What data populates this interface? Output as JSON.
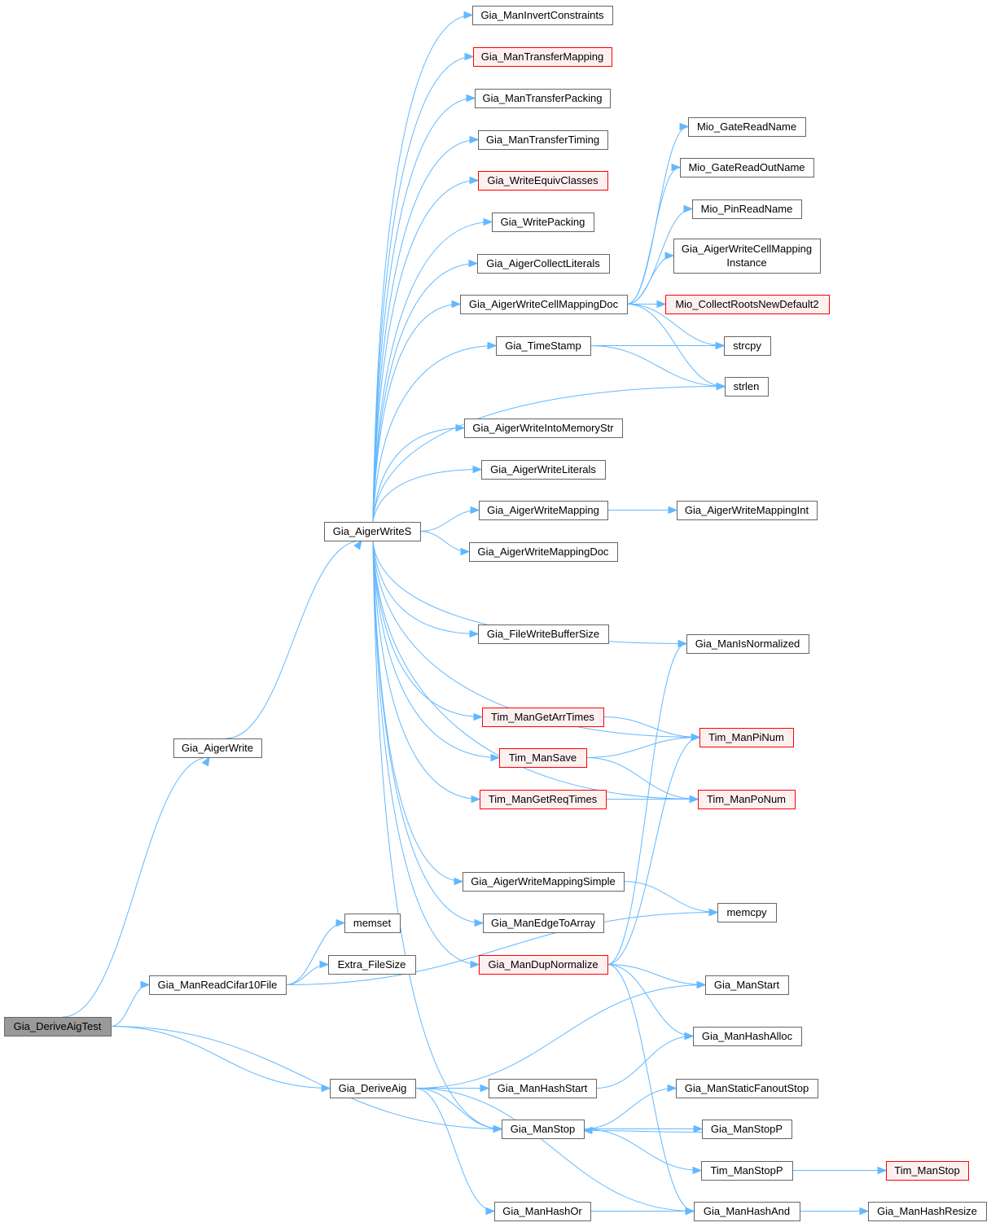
{
  "colors": {
    "edge": "#63b8ff",
    "border": "#666666",
    "external_border": "#ff0000",
    "external_fill": "#fff0f0",
    "root_fill": "#999999"
  },
  "nodes": [
    {
      "id": "Gia_DeriveAigTest",
      "label": "Gia_DeriveAigTest",
      "kind": "root"
    },
    {
      "id": "Gia_AigerWrite",
      "label": "Gia_AigerWrite",
      "kind": "normal"
    },
    {
      "id": "Gia_ManReadCifar10File",
      "label": "Gia_ManReadCifar10File",
      "kind": "normal"
    },
    {
      "id": "Gia_DeriveAig",
      "label": "Gia_DeriveAig",
      "kind": "normal"
    },
    {
      "id": "Gia_ManStop",
      "label": "Gia_ManStop",
      "kind": "normal"
    },
    {
      "id": "Gia_AigerWriteS",
      "label": "Gia_AigerWriteS",
      "kind": "normal"
    },
    {
      "id": "memset",
      "label": "memset",
      "kind": "normal"
    },
    {
      "id": "Extra_FileSize",
      "label": "Extra_FileSize",
      "kind": "normal"
    },
    {
      "id": "Gia_ManInvertConstraints",
      "label": "Gia_ManInvertConstraints",
      "kind": "normal"
    },
    {
      "id": "Gia_ManTransferMapping",
      "label": "Gia_ManTransferMapping",
      "kind": "external"
    },
    {
      "id": "Gia_ManTransferPacking",
      "label": "Gia_ManTransferPacking",
      "kind": "normal"
    },
    {
      "id": "Gia_ManTransferTiming",
      "label": "Gia_ManTransferTiming",
      "kind": "normal"
    },
    {
      "id": "Gia_WriteEquivClasses",
      "label": "Gia_WriteEquivClasses",
      "kind": "external"
    },
    {
      "id": "Gia_WritePacking",
      "label": "Gia_WritePacking",
      "kind": "normal"
    },
    {
      "id": "Gia_AigerCollectLiterals",
      "label": "Gia_AigerCollectLiterals",
      "kind": "normal"
    },
    {
      "id": "Gia_AigerWriteCellMappingDoc",
      "label": "Gia_AigerWriteCellMappingDoc",
      "kind": "normal"
    },
    {
      "id": "Gia_TimeStamp",
      "label": "Gia_TimeStamp",
      "kind": "normal"
    },
    {
      "id": "Gia_AigerWriteIntoMemoryStr",
      "label": "Gia_AigerWriteIntoMemoryStr",
      "kind": "normal"
    },
    {
      "id": "Gia_AigerWriteLiterals",
      "label": "Gia_AigerWriteLiterals",
      "kind": "normal"
    },
    {
      "id": "Gia_AigerWriteMapping",
      "label": "Gia_AigerWriteMapping",
      "kind": "normal"
    },
    {
      "id": "Gia_AigerWriteMappingDoc",
      "label": "Gia_AigerWriteMappingDoc",
      "kind": "normal"
    },
    {
      "id": "Gia_FileWriteBufferSize",
      "label": "Gia_FileWriteBufferSize",
      "kind": "normal"
    },
    {
      "id": "Tim_ManGetArrTimes",
      "label": "Tim_ManGetArrTimes",
      "kind": "external"
    },
    {
      "id": "Tim_ManSave",
      "label": "Tim_ManSave",
      "kind": "external"
    },
    {
      "id": "Tim_ManGetReqTimes",
      "label": "Tim_ManGetReqTimes",
      "kind": "external"
    },
    {
      "id": "Gia_AigerWriteMappingSimple",
      "label": "Gia_AigerWriteMappingSimple",
      "kind": "normal"
    },
    {
      "id": "Gia_ManEdgeToArray",
      "label": "Gia_ManEdgeToArray",
      "kind": "normal"
    },
    {
      "id": "Gia_ManDupNormalize",
      "label": "Gia_ManDupNormalize",
      "kind": "external"
    },
    {
      "id": "Gia_ManHashStart",
      "label": "Gia_ManHashStart",
      "kind": "normal"
    },
    {
      "id": "Gia_ManHashOr",
      "label": "Gia_ManHashOr",
      "kind": "normal"
    },
    {
      "id": "Mio_GateReadName",
      "label": "Mio_GateReadName",
      "kind": "normal"
    },
    {
      "id": "Mio_GateReadOutName",
      "label": "Mio_GateReadOutName",
      "kind": "normal"
    },
    {
      "id": "Mio_PinReadName",
      "label": "Mio_PinReadName",
      "kind": "normal"
    },
    {
      "id": "Gia_AigerWriteCellMappingInstance",
      "label": "Gia_AigerWriteCellMapping",
      "label2": "Instance",
      "kind": "normal"
    },
    {
      "id": "Mio_CollectRootsNewDefault2",
      "label": "Mio_CollectRootsNewDefault2",
      "kind": "external"
    },
    {
      "id": "strcpy",
      "label": "strcpy",
      "kind": "normal"
    },
    {
      "id": "strlen",
      "label": "strlen",
      "kind": "normal"
    },
    {
      "id": "Gia_AigerWriteMappingInt",
      "label": "Gia_AigerWriteMappingInt",
      "kind": "normal"
    },
    {
      "id": "Gia_ManIsNormalized",
      "label": "Gia_ManIsNormalized",
      "kind": "normal"
    },
    {
      "id": "Tim_ManPiNum",
      "label": "Tim_ManPiNum",
      "kind": "external"
    },
    {
      "id": "Tim_ManPoNum",
      "label": "Tim_ManPoNum",
      "kind": "external"
    },
    {
      "id": "memcpy",
      "label": "memcpy",
      "kind": "normal"
    },
    {
      "id": "Gia_ManStart",
      "label": "Gia_ManStart",
      "kind": "normal"
    },
    {
      "id": "Gia_ManHashAlloc",
      "label": "Gia_ManHashAlloc",
      "kind": "normal"
    },
    {
      "id": "Gia_ManStaticFanoutStop",
      "label": "Gia_ManStaticFanoutStop",
      "kind": "normal"
    },
    {
      "id": "Gia_ManStopP",
      "label": "Gia_ManStopP",
      "kind": "normal"
    },
    {
      "id": "Tim_ManStopP",
      "label": "Tim_ManStopP",
      "kind": "normal"
    },
    {
      "id": "Gia_ManHashAnd",
      "label": "Gia_ManHashAnd",
      "kind": "normal"
    },
    {
      "id": "Tim_ManStop",
      "label": "Tim_ManStop",
      "kind": "external"
    },
    {
      "id": "Gia_ManHashResize",
      "label": "Gia_ManHashResize",
      "kind": "normal"
    }
  ],
  "edges": [
    [
      "Gia_DeriveAigTest",
      "Gia_AigerWrite"
    ],
    [
      "Gia_DeriveAigTest",
      "Gia_ManReadCifar10File"
    ],
    [
      "Gia_DeriveAigTest",
      "Gia_DeriveAig"
    ],
    [
      "Gia_DeriveAigTest",
      "Gia_ManStop"
    ],
    [
      "Gia_AigerWrite",
      "Gia_AigerWriteS"
    ],
    [
      "Gia_ManReadCifar10File",
      "memset"
    ],
    [
      "Gia_ManReadCifar10File",
      "Extra_FileSize"
    ],
    [
      "Gia_ManReadCifar10File",
      "memcpy"
    ],
    [
      "Gia_DeriveAig",
      "Gia_ManStart"
    ],
    [
      "Gia_DeriveAig",
      "Gia_ManHashStart"
    ],
    [
      "Gia_DeriveAig",
      "Gia_ManHashOr"
    ],
    [
      "Gia_DeriveAig",
      "Gia_ManHashAnd"
    ],
    [
      "Gia_DeriveAig",
      "Gia_ManStop"
    ],
    [
      "Gia_AigerWriteS",
      "Gia_ManInvertConstraints"
    ],
    [
      "Gia_AigerWriteS",
      "Gia_ManTransferMapping"
    ],
    [
      "Gia_AigerWriteS",
      "Gia_ManTransferPacking"
    ],
    [
      "Gia_AigerWriteS",
      "Gia_ManTransferTiming"
    ],
    [
      "Gia_AigerWriteS",
      "Gia_WriteEquivClasses"
    ],
    [
      "Gia_AigerWriteS",
      "Gia_WritePacking"
    ],
    [
      "Gia_AigerWriteS",
      "Gia_AigerCollectLiterals"
    ],
    [
      "Gia_AigerWriteS",
      "Gia_AigerWriteCellMappingDoc"
    ],
    [
      "Gia_AigerWriteS",
      "Gia_TimeStamp"
    ],
    [
      "Gia_AigerWriteS",
      "strlen"
    ],
    [
      "Gia_AigerWriteS",
      "Gia_AigerWriteIntoMemoryStr"
    ],
    [
      "Gia_AigerWriteS",
      "Gia_AigerWriteLiterals"
    ],
    [
      "Gia_AigerWriteS",
      "Gia_AigerWriteMapping"
    ],
    [
      "Gia_AigerWriteS",
      "Gia_AigerWriteMappingDoc"
    ],
    [
      "Gia_AigerWriteS",
      "Gia_ManIsNormalized"
    ],
    [
      "Gia_AigerWriteS",
      "Gia_FileWriteBufferSize"
    ],
    [
      "Gia_AigerWriteS",
      "Tim_ManPiNum"
    ],
    [
      "Gia_AigerWriteS",
      "Tim_ManGetArrTimes"
    ],
    [
      "Gia_AigerWriteS",
      "Tim_ManSave"
    ],
    [
      "Gia_AigerWriteS",
      "Tim_ManGetReqTimes"
    ],
    [
      "Gia_AigerWriteS",
      "Tim_ManPoNum"
    ],
    [
      "Gia_AigerWriteS",
      "Gia_AigerWriteMappingSimple"
    ],
    [
      "Gia_AigerWriteS",
      "Gia_ManEdgeToArray"
    ],
    [
      "Gia_AigerWriteS",
      "Gia_ManDupNormalize"
    ],
    [
      "Gia_AigerWriteS",
      "Gia_ManStop"
    ],
    [
      "Gia_AigerWriteCellMappingDoc",
      "Mio_GateReadName"
    ],
    [
      "Gia_AigerWriteCellMappingDoc",
      "Mio_GateReadOutName"
    ],
    [
      "Gia_AigerWriteCellMappingDoc",
      "Mio_PinReadName"
    ],
    [
      "Gia_AigerWriteCellMappingDoc",
      "Gia_AigerWriteCellMappingInstance"
    ],
    [
      "Gia_AigerWriteCellMappingDoc",
      "Mio_CollectRootsNewDefault2"
    ],
    [
      "Gia_AigerWriteCellMappingDoc",
      "strcpy"
    ],
    [
      "Gia_AigerWriteCellMappingDoc",
      "strlen"
    ],
    [
      "Gia_TimeStamp",
      "strcpy"
    ],
    [
      "Gia_TimeStamp",
      "strlen"
    ],
    [
      "Gia_AigerWriteMapping",
      "Gia_AigerWriteMappingInt"
    ],
    [
      "Tim_ManGetArrTimes",
      "Tim_ManPiNum"
    ],
    [
      "Tim_ManSave",
      "Tim_ManPiNum"
    ],
    [
      "Tim_ManSave",
      "Tim_ManPoNum"
    ],
    [
      "Tim_ManGetReqTimes",
      "Tim_ManPoNum"
    ],
    [
      "Gia_AigerWriteMappingSimple",
      "memcpy"
    ],
    [
      "Gia_ManDupNormalize",
      "Gia_ManIsNormalized"
    ],
    [
      "Gia_ManDupNormalize",
      "Tim_ManPiNum"
    ],
    [
      "Gia_ManDupNormalize",
      "Gia_ManStart"
    ],
    [
      "Gia_ManDupNormalize",
      "Gia_ManHashAlloc"
    ],
    [
      "Gia_ManDupNormalize",
      "Gia_ManHashAnd"
    ],
    [
      "Gia_ManHashStart",
      "Gia_ManHashAlloc"
    ],
    [
      "Gia_ManHashOr",
      "Gia_ManHashAnd"
    ],
    [
      "Gia_ManStop",
      "Gia_ManStaticFanoutStop"
    ],
    [
      "Gia_ManStop",
      "Gia_ManStopP"
    ],
    [
      "Gia_ManStop",
      "Tim_ManStopP"
    ],
    [
      "Gia_ManStopP",
      "Gia_ManStop"
    ],
    [
      "Tim_ManStopP",
      "Tim_ManStop"
    ],
    [
      "Gia_ManHashAnd",
      "Gia_ManHashResize"
    ]
  ]
}
